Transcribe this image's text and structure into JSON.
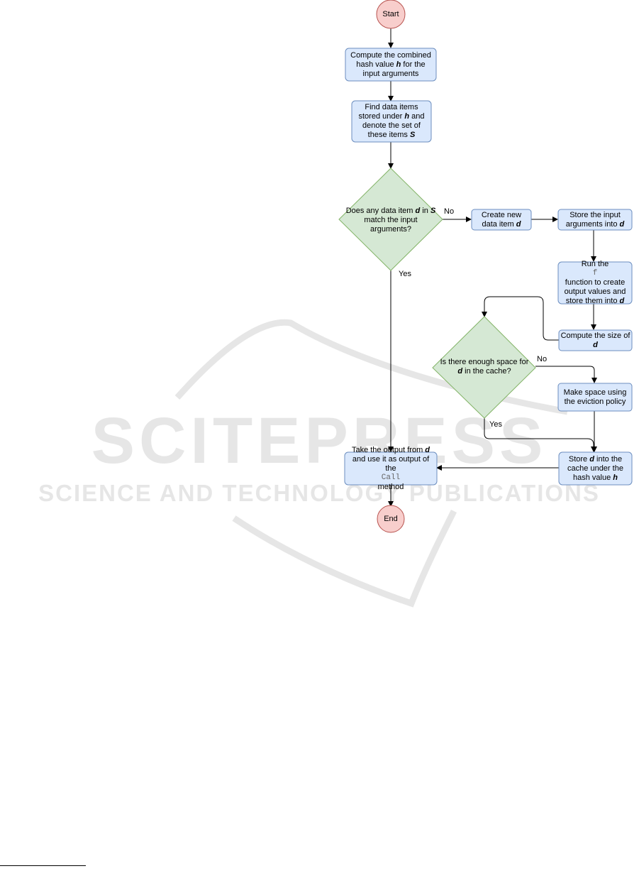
{
  "watermark": {
    "big": "SCITEPRESS",
    "sub": "SCIENCE AND TECHNOLOGY PUBLICATIONS",
    "color": "#e6e6e6"
  },
  "colors": {
    "process_fill": "#dae8fc",
    "process_stroke": "#6c8ebf",
    "decision_fill": "#d5e8d4",
    "decision_stroke": "#82b366",
    "terminal_fill": "#f8cecc",
    "terminal_stroke": "#b85450",
    "edge": "#000000"
  },
  "flowchart": {
    "nodes": {
      "start": {
        "label": "Start"
      },
      "compute_hash": {
        "label": "Compute the combined hash value h for the input arguments"
      },
      "find_items": {
        "label": "Find data items stored under h and denote the set of these items S"
      },
      "decision_match": {
        "label": "Does any data item d in S match the input arguments?"
      },
      "create_item": {
        "label": "Create new data item d"
      },
      "store_args": {
        "label": "Store the input arguments into d"
      },
      "run_function": {
        "label": "Run the f function to create output values and store them into d"
      },
      "compute_size": {
        "label": "Compute the size of d"
      },
      "decision_space": {
        "label": "Is there enough space for d in the cache?"
      },
      "make_space": {
        "label": "Make space using the eviction policy"
      },
      "store_cache": {
        "label": "Store d into the cache under the hash value h"
      },
      "take_output": {
        "label": "Take the output from d and use it as output of the Call method"
      },
      "end": {
        "label": "End"
      }
    },
    "edge_labels": {
      "match_no": "No",
      "match_yes": "Yes",
      "space_no": "No",
      "space_yes": "Yes"
    }
  }
}
